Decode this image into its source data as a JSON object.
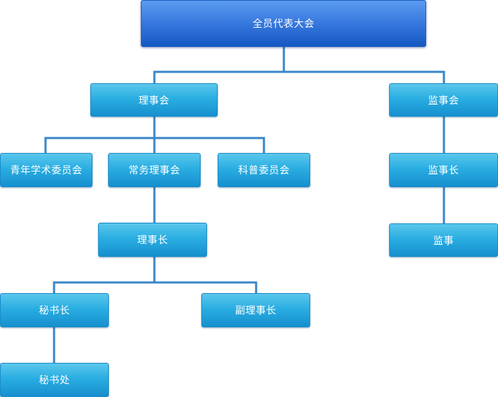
{
  "colors": {
    "connector": "#3a86c8",
    "node_gradient": [
      "#5bc7ec",
      "#168fce"
    ],
    "top_node_gradient": [
      "#5b9bef",
      "#1558c2"
    ],
    "text": "#ffffff"
  },
  "nodes": {
    "general_assembly": "全员代表大会",
    "council": "理事会",
    "supervisory_board": "监事会",
    "youth_academic_committee": "青年学术委员会",
    "standing_council": "常务理事会",
    "science_popularization_committee": "科普委员会",
    "chief_supervisor": "监事长",
    "chairman": "理事长",
    "supervisor": "监事",
    "secretary_general": "秘书长",
    "vice_chairman": "副理事长",
    "secretariat": "秘书处"
  },
  "edges": [
    [
      "general_assembly",
      "council"
    ],
    [
      "general_assembly",
      "supervisory_board"
    ],
    [
      "council",
      "youth_academic_committee"
    ],
    [
      "council",
      "standing_council"
    ],
    [
      "council",
      "science_popularization_committee"
    ],
    [
      "standing_council",
      "chairman"
    ],
    [
      "chairman",
      "secretary_general"
    ],
    [
      "chairman",
      "vice_chairman"
    ],
    [
      "secretary_general",
      "secretariat"
    ],
    [
      "supervisory_board",
      "chief_supervisor"
    ],
    [
      "chief_supervisor",
      "supervisor"
    ]
  ]
}
